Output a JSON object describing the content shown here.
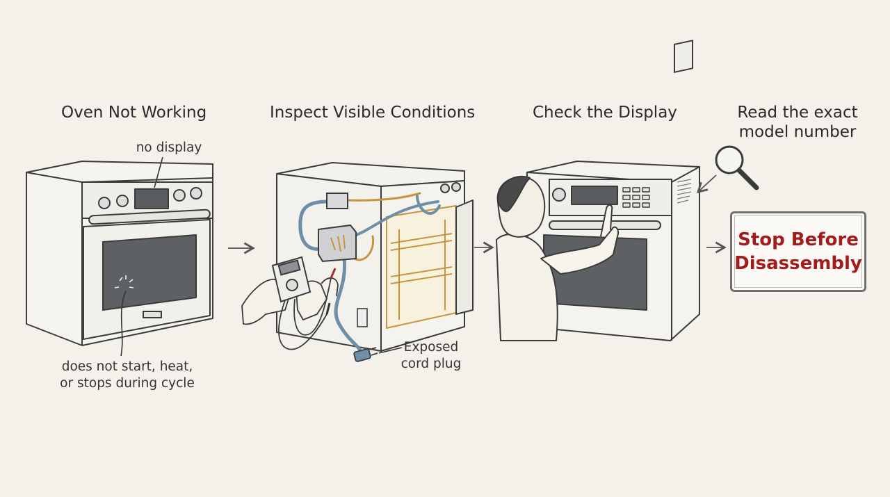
{
  "steps": [
    {
      "title": "Oven Not Working"
    },
    {
      "title": "Inspect Visible Conditions"
    },
    {
      "title": "Check the Display"
    },
    {
      "title": "Read the exact\nmodel number"
    }
  ],
  "annotations": {
    "no_display": "no display",
    "symptom": "does not start, heat,\nor stops during cycle",
    "cord_plug": "Exposed\ncord plug"
  },
  "final_box": {
    "text": "Stop Before\nDisassembly",
    "text_color": "#a31c1c"
  },
  "icons": [
    "arrow-right-icon",
    "magnifier-icon",
    "multimeter-icon",
    "plug-icon"
  ],
  "colors": {
    "background": "#f3f1ea",
    "line": "#3a3a3a",
    "wire_blue": "#6e8fa8",
    "wire_orange": "#c8943a"
  }
}
